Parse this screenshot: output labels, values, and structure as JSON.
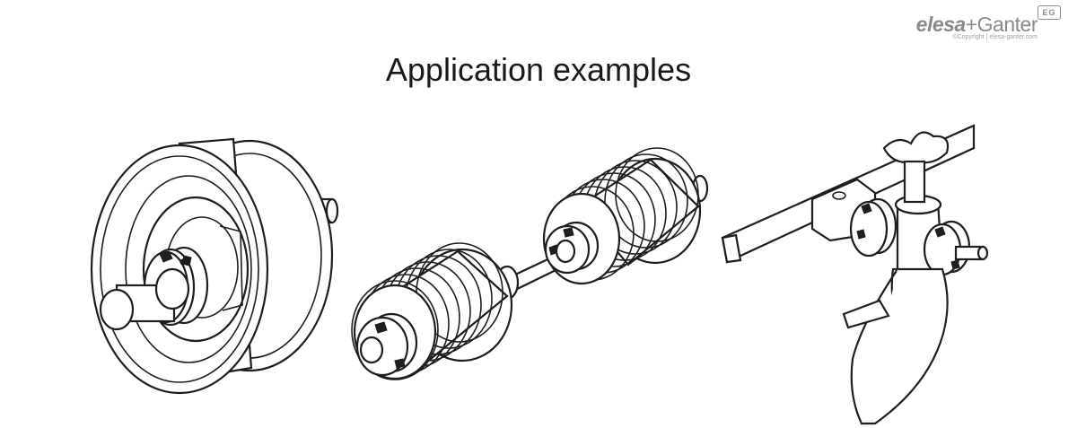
{
  "brand": {
    "logo_left": "elesa",
    "logo_plus": "+",
    "logo_right": "Ganter",
    "badge": "EG",
    "copyright": "©Copyright | elesa-ganter.com"
  },
  "title": "Application examples",
  "figures": [
    {
      "id": "pulley",
      "icon": "pulley-with-collar-drawing"
    },
    {
      "id": "rollers",
      "icon": "roller-shaft-with-collars-drawing"
    },
    {
      "id": "clamp",
      "icon": "clamp-arm-with-collars-drawing"
    }
  ],
  "colors": {
    "line": "#1e1e1e",
    "brand_grey": "#8a8a8a"
  }
}
